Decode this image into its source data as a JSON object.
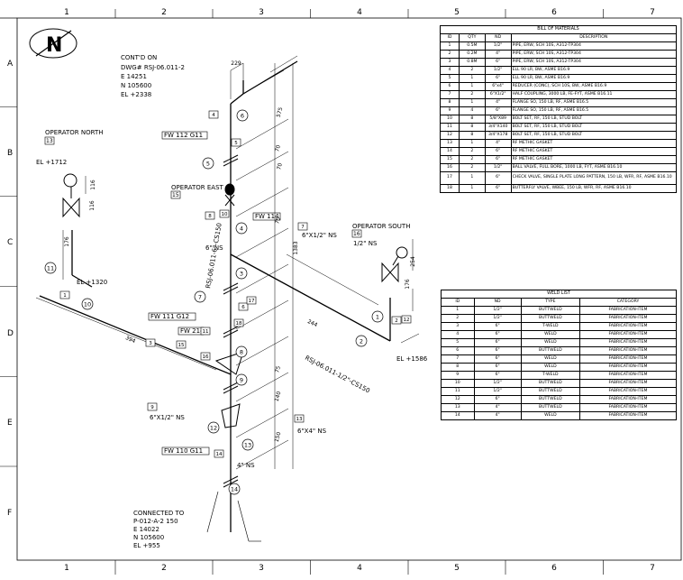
{
  "frame": {
    "cols": [
      "1",
      "2",
      "3",
      "4",
      "5",
      "6",
      "7"
    ],
    "rows": [
      "A",
      "B",
      "C",
      "D",
      "E",
      "F"
    ]
  },
  "north": {
    "letter": "N"
  },
  "labels": {
    "contd_on": [
      "CONT'D ON",
      "DWG# RSJ-06.011-2",
      "E 14251",
      "N 105600",
      "EL +2338"
    ],
    "operator_north": "OPERATOR NORTH",
    "op_north_tag": "13",
    "el_1712": "EL +1712",
    "el_1320": "EL +1320",
    "operator_east": "OPERATOR EAST",
    "op_east_tag": "15",
    "operator_south": "OPERATOR SOUTH",
    "op_south_tag": "16",
    "el_1586": "EL +1586",
    "ns_6": "6\" NS",
    "ns_6x12_a": "6\"X1/2\" NS",
    "ns_12": "1/2\" NS",
    "ns_6x12_b": "6\"X1/2\" NS",
    "ns_6x4": "6\"X4\" NS",
    "ns_4": "4\" NS",
    "line_rsj_vert": "RSJ-06.011-6\"-CS150",
    "line_rsj_diag": "RSJ-06.011-1/2\"-CS150",
    "fw_112": "FW 112 G11",
    "fw_114": "FW 114",
    "fw_111": "FW 111 G12",
    "fw_214": "FW 214",
    "fw_110": "FW 110 G11",
    "connected": [
      "CONNECTED TO",
      "P-012-A-2 150",
      "E 14022",
      "N 105600",
      "EL +955"
    ],
    "dims": [
      "229",
      "575",
      "70",
      "1383",
      "116",
      "116",
      "176",
      "176",
      "254",
      "244",
      "394",
      "75",
      "140",
      "150",
      "75",
      "70"
    ],
    "welds": [
      "1",
      "2",
      "3",
      "4",
      "5",
      "6",
      "7",
      "8",
      "9",
      "10",
      "11",
      "12",
      "13",
      "14"
    ],
    "bom_refs": [
      "1",
      "2",
      "3",
      "4",
      "5",
      "6",
      "7",
      "8",
      "9",
      "10",
      "11",
      "12",
      "13",
      "14",
      "15",
      "16",
      "17",
      "18"
    ]
  },
  "bom": {
    "title": "BILL OF MATERIALS",
    "headers": [
      "ID",
      "QTY",
      "ND",
      "DESCRIPTION"
    ],
    "rows": [
      [
        "1",
        "0.5M",
        "1/2\"",
        "PIPE, ERW, SCH 10S, A312-TP304"
      ],
      [
        "2",
        "0.2M",
        "4\"",
        "PIPE, ERW, SCH 10S, A312-TP304"
      ],
      [
        "3",
        "0.8M",
        "6\"",
        "PIPE, ERW, SCH 10S, A312-TP304"
      ],
      [
        "4",
        "2",
        "1/2\"",
        "ELL 90 LR, BW, ASME B16.9"
      ],
      [
        "5",
        "1",
        "6\"",
        "ELL 90 LR, BW, ASME B16.9"
      ],
      [
        "6",
        "1",
        "6\"x4\"",
        "REDUCER (CONC), SCH 10S, BW, ASME B16.9"
      ],
      [
        "7",
        "2",
        "6\"X1/2\"",
        "HALF COUPLING, 3000 LB, FE-FYT, ASME B16.11"
      ],
      [
        "8",
        "1",
        "4\"",
        "FLANGE SO, 150 LB, RF, ASME B16.5"
      ],
      [
        "9",
        "4",
        "6\"",
        "FLANGE SO, 150 LB, RF, ASME B16.5"
      ],
      [
        "10",
        "8",
        "5/8\"X89",
        "BOLT SET, RF, 150 LB, STUD BOLT"
      ],
      [
        "11",
        "8",
        "3/4\"X140",
        "BOLT SET, RF, 150 LB, STUD BOLT"
      ],
      [
        "12",
        "8",
        "3/4\"X178",
        "BOLT SET, RF, 150 LB, STUD BOLT"
      ],
      [
        "13",
        "1",
        "4\"",
        "RF METHIC GASKET"
      ],
      [
        "14",
        "2",
        "6\"",
        "RF METHIC GASKET"
      ],
      [
        "15",
        "2",
        "6\"",
        "RF METHIC GASKET"
      ],
      [
        "16",
        "2",
        "1/2\"",
        "BALL VALVE, FULL BORE, 1000 LB, FYT, ASME B16.10"
      ],
      [
        "17",
        "1",
        "6\"",
        "CHECK VALVE, SINGLE PLATE LONG PATTERN, 150 LB, WFR, RF, ASME B16.10"
      ],
      [
        "18",
        "1",
        "6\"",
        "BUTTERFLY VALVE, WBEE, 150 LB, WFR, RF, ASME B16.10"
      ]
    ]
  },
  "weld": {
    "title": "WELD LIST",
    "headers": [
      "ID",
      "ND",
      "TYPE",
      "CATEGORY"
    ],
    "rows": [
      [
        "1",
        "1/2\"",
        "BUTTWELD",
        "FABRICATION-ITEM"
      ],
      [
        "2",
        "1/2\"",
        "BUTTWELD",
        "FABRICATION-ITEM"
      ],
      [
        "3",
        "6\"",
        "T-WELD",
        "FABRICATION-ITEM"
      ],
      [
        "4",
        "6\"",
        "WELD",
        "FABRICATION-ITEM"
      ],
      [
        "5",
        "6\"",
        "WELD",
        "FABRICATION-ITEM"
      ],
      [
        "6",
        "6\"",
        "BUTTWELD",
        "FABRICATION-ITEM"
      ],
      [
        "7",
        "6\"",
        "WELD",
        "FABRICATION-ITEM"
      ],
      [
        "8",
        "6\"",
        "WELD",
        "FABRICATION-ITEM"
      ],
      [
        "9",
        "6\"",
        "T-WELD",
        "FABRICATION-ITEM"
      ],
      [
        "10",
        "1/2\"",
        "BUTTWELD",
        "FABRICATION-ITEM"
      ],
      [
        "11",
        "1/2\"",
        "BUTTWELD",
        "FABRICATION-ITEM"
      ],
      [
        "12",
        "6\"",
        "BUTTWELD",
        "FABRICATION-ITEM"
      ],
      [
        "13",
        "4\"",
        "BUTTWELD",
        "FABRICATION-ITEM"
      ],
      [
        "14",
        "4\"",
        "WELD",
        "FABRICATION-ITEM"
      ]
    ]
  }
}
